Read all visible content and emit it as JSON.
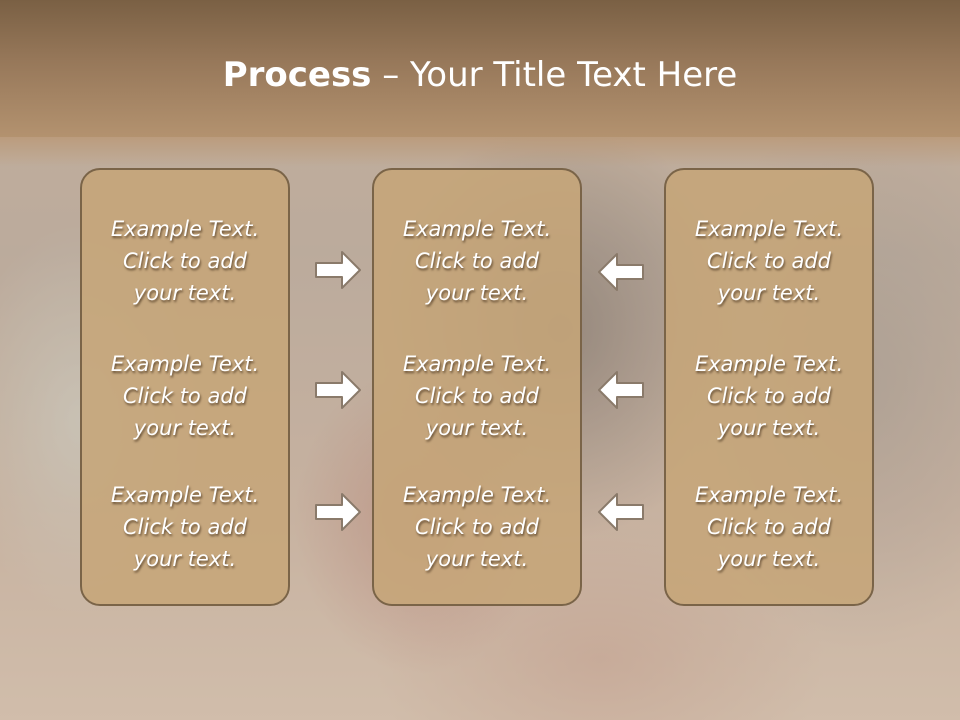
{
  "slide": {
    "title_bold": "Process",
    "title_rest": " – Your Title Text Here"
  },
  "panels": [
    {
      "blocks": [
        {
          "line1": "Example Text.",
          "line2": "Click  to add",
          "line3": "your text."
        },
        {
          "line1": "Example Text.",
          "line2": "Click  to add",
          "line3": "your text."
        },
        {
          "line1": "Example Text.",
          "line2": "Click  to add",
          "line3": "your text."
        }
      ]
    },
    {
      "blocks": [
        {
          "line1": "Example Text.",
          "line2": "Click  to add",
          "line3": "your text."
        },
        {
          "line1": "Example Text.",
          "line2": "Click  to add",
          "line3": "your text."
        },
        {
          "line1": "Example Text.",
          "line2": "Click  to add",
          "line3": "your text."
        }
      ]
    },
    {
      "blocks": [
        {
          "line1": "Example Text.",
          "line2": "Click  to add",
          "line3": "your text."
        },
        {
          "line1": "Example Text.",
          "line2": "Click  to add",
          "line3": "your text."
        },
        {
          "line1": "Example Text.",
          "line2": "Click  to add",
          "line3": "your text."
        }
      ]
    }
  ],
  "arrows": {
    "left_group": "arrow-right-icon",
    "right_group": "arrow-left-icon"
  },
  "colors": {
    "title_bar": "#97785a",
    "panel_fill": "#c6a578",
    "panel_border": "#7a6448",
    "text": "#ffffff"
  }
}
